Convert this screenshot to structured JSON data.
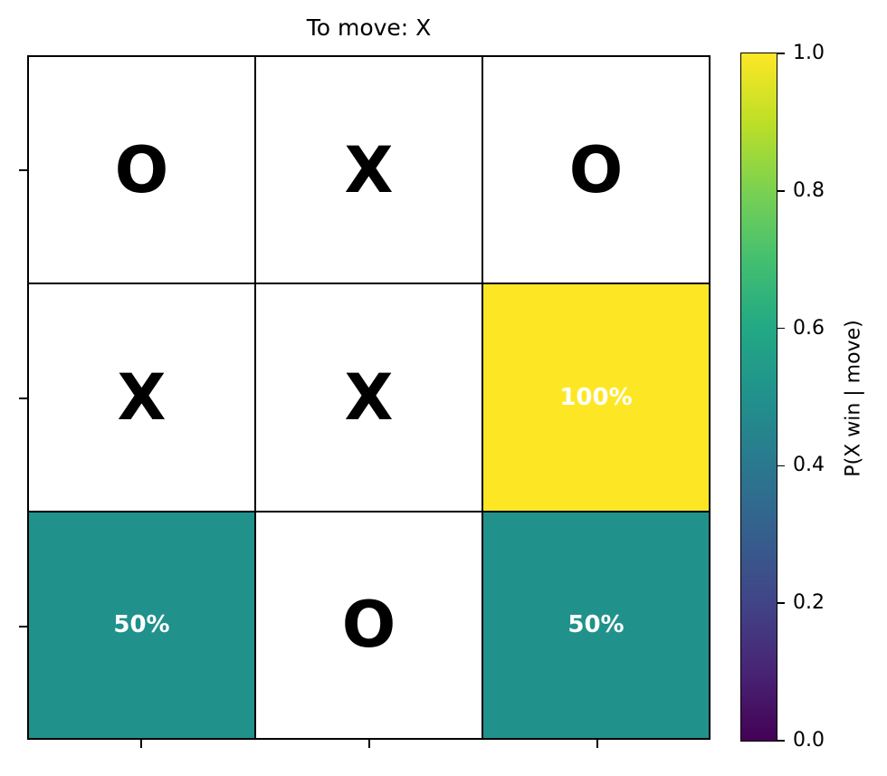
{
  "title": "To move: X",
  "board": {
    "cells": [
      {
        "mark": "O",
        "prob": null,
        "color": "#ffffff"
      },
      {
        "mark": "X",
        "prob": null,
        "color": "#ffffff"
      },
      {
        "mark": "O",
        "prob": null,
        "color": "#ffffff"
      },
      {
        "mark": "X",
        "prob": null,
        "color": "#ffffff"
      },
      {
        "mark": "X",
        "prob": null,
        "color": "#ffffff"
      },
      {
        "mark": "",
        "prob": "100%",
        "value": 1.0,
        "color": "#fde725"
      },
      {
        "mark": "",
        "prob": "50%",
        "value": 0.5,
        "color": "#21918c"
      },
      {
        "mark": "O",
        "prob": null,
        "color": "#ffffff"
      },
      {
        "mark": "",
        "prob": "50%",
        "value": 0.5,
        "color": "#21918c"
      }
    ]
  },
  "colorbar": {
    "label": "P(X win | move)",
    "colormap": "viridis",
    "range": [
      0.0,
      1.0
    ],
    "ticks": [
      "0.0",
      "0.2",
      "0.4",
      "0.6",
      "0.8",
      "1.0"
    ]
  }
}
